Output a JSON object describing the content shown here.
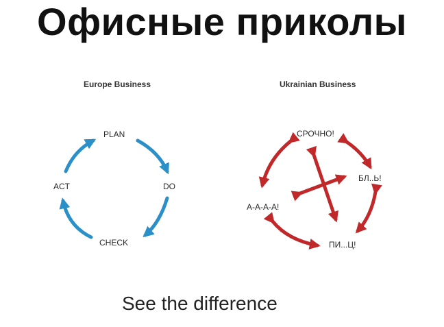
{
  "header": {
    "title": "Офисные приколы"
  },
  "europe": {
    "title": "Europe Business",
    "nodes": {
      "plan": "PLAN",
      "do": "DO",
      "check": "CHECK",
      "act": "ACT"
    }
  },
  "ukraine": {
    "title": "Ukrainian Business",
    "nodes": {
      "srochno": "СРОЧНО!",
      "bl": "БЛ..Ь!",
      "pits": "ПИ...Ц!",
      "aaa": "А-А-А-А!"
    }
  },
  "footer": {
    "caption": "See the difference"
  },
  "colors": {
    "europe_arrow": "#2b8fc8",
    "ukraine_arrow": "#c0282a"
  }
}
